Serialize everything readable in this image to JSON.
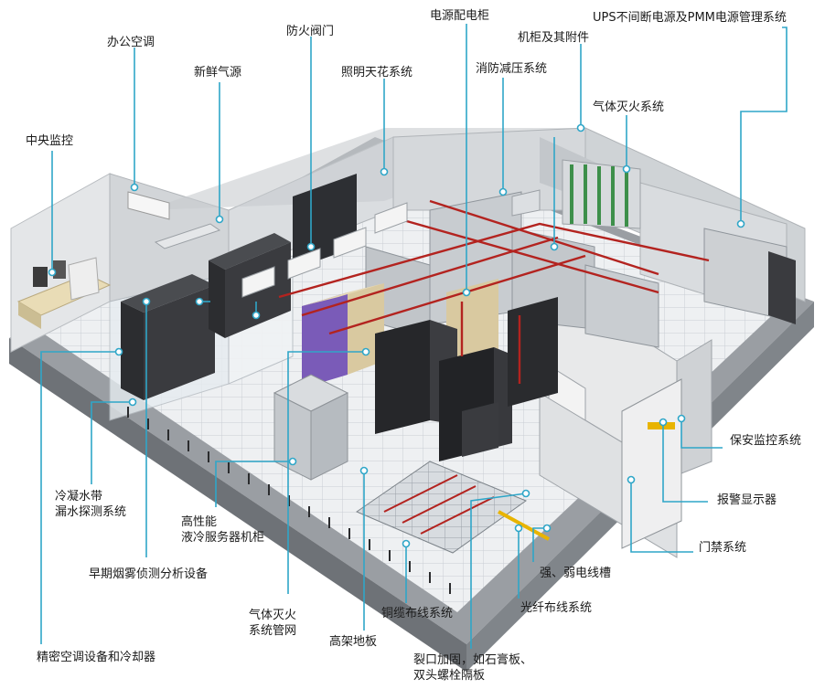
{
  "labels": {
    "office_ac": "办公空调",
    "fire_valve": "防火阀门",
    "power_cabinet": "电源配电柜",
    "ups": "UPS不间断电源及PMM电源管理系统",
    "cabinet_accessories": "机柜及其附件",
    "fresh_air": "新鲜气源",
    "lighting_ceiling": "照明天花系统",
    "fire_decompression": "消防减压系统",
    "gas_fire_extinguishing": "气体灭火系统",
    "central_monitoring": "中央监控",
    "security_monitoring": "保安监控系统",
    "alarm_display": "报警显示器",
    "condensate_line": "冷凝水带",
    "leak_detection": "漏水探测系统",
    "high_performance": "高性能",
    "liquid_cooled_rack": "液冷服务器机柜",
    "access_control": "门禁系统",
    "early_smoke": "早期烟雾侦测分析设备",
    "power_trunking": "强、弱电线槽",
    "gas_fire_pipe_1": "气体灭火",
    "gas_fire_pipe_2": "系统管网",
    "copper_cabling": "铜缆布线系统",
    "fiber_cabling": "光纤布线系统",
    "raised_floor": "高架地板",
    "precision_ac": "精密空调设备和冷却器",
    "crack_reinforce_1": "裂口加固，如石膏板、",
    "crack_reinforce_2": "双头螺栓隔板"
  },
  "colors": {
    "leader": "#2fa6c8",
    "fire_pipe": "#b3231f",
    "purple_rack": "#7a5bb8",
    "beige_rack": "#d9c9a0",
    "dark_rack": "#2a2b2e",
    "yellow_cable": "#e8b400"
  }
}
